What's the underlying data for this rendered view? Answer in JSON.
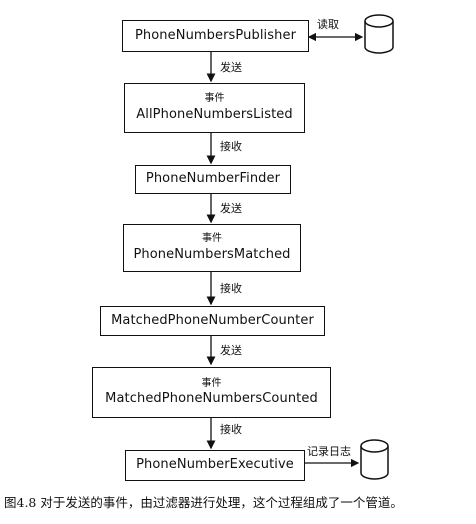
{
  "diagram": {
    "nodes": [
      {
        "id": "phone-numbers-publisher",
        "title": "PhoneNumbersPublisher"
      },
      {
        "id": "all-phone-numbers-listed",
        "tag": "事件",
        "title": "AllPhoneNumbersListed"
      },
      {
        "id": "phone-number-finder",
        "title": "PhoneNumberFinder"
      },
      {
        "id": "phone-numbers-matched",
        "tag": "事件",
        "title": "PhoneNumbersMatched"
      },
      {
        "id": "matched-phone-number-counter",
        "title": "MatchedPhoneNumberCounter"
      },
      {
        "id": "matched-phone-numbers-counted",
        "tag": "事件",
        "title": "MatchedPhoneNumbersCounted"
      },
      {
        "id": "phone-number-executive",
        "title": "PhoneNumberExecutive"
      }
    ],
    "edge_labels": {
      "read": "读取",
      "send": "发送",
      "receive": "接收",
      "log": "记录日志"
    }
  },
  "caption": "图4.8 对于发送的事件，由过滤器进行处理，这个过程组成了一个管道。"
}
